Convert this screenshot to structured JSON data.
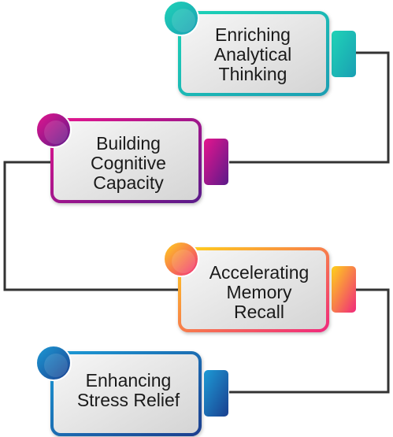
{
  "steps": [
    {
      "lines": [
        "Enriching",
        "Analytical",
        "Thinking"
      ],
      "colors": [
        "#1fd3b7",
        "#1a9fb3"
      ]
    },
    {
      "lines": [
        "Building",
        "Cognitive",
        "Capacity"
      ],
      "colors": [
        "#e6158e",
        "#5b1a8a"
      ]
    },
    {
      "lines": [
        "Accelerating",
        "Memory",
        "Recall"
      ],
      "colors": [
        "#ffd21a",
        "#f0297c"
      ]
    },
    {
      "lines": [
        "Enhancing",
        "Stress Relief"
      ],
      "colors": [
        "#1d9bd6",
        "#1a3f8f"
      ]
    }
  ],
  "connector_color": "#333333"
}
